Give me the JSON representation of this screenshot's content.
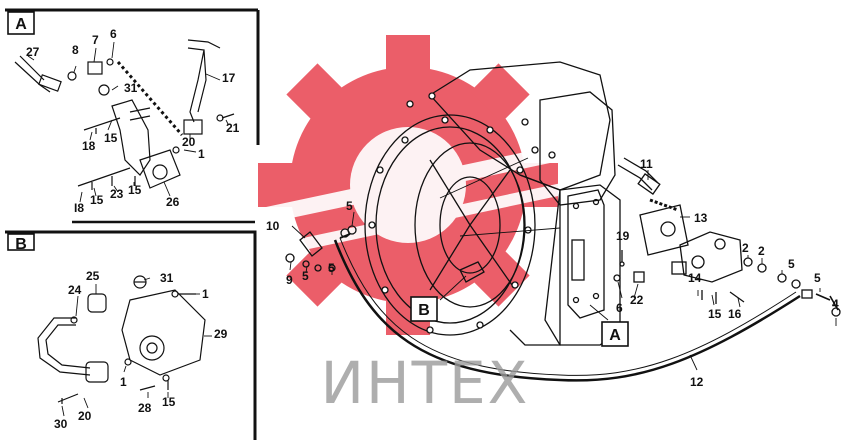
{
  "watermark": {
    "text": "ИНТЕХ",
    "logo_color": "#e8434f",
    "text_color": "#9a9a9a"
  },
  "panels": {
    "a": {
      "letter": "A"
    },
    "b": {
      "letter": "B"
    }
  },
  "callouts": {
    "main_b": "B",
    "main_a": "A"
  },
  "labels": {
    "a_27": "27",
    "a_8": "8",
    "a_7": "7",
    "a_6": "6",
    "a_17": "17",
    "a_31": "31",
    "a_15a": "15",
    "a_18": "18",
    "a_20": "20",
    "a_21": "21",
    "a_1": "1",
    "a_i8": "I8",
    "a_15b": "15",
    "a_23": "23",
    "a_15c": "15",
    "a_26": "26",
    "b_25": "25",
    "b_24": "24",
    "b_31": "31",
    "b_1a": "1",
    "b_29": "29",
    "b_1b": "1",
    "b_28": "28",
    "b_15": "15",
    "b_30": "30",
    "b_20": "20",
    "m_11": "11",
    "m_5a": "5",
    "m_13": "13",
    "m_10": "10",
    "m_19": "19",
    "m_2a": "2",
    "m_2b": "2",
    "m_9": "9",
    "m_5b": "5",
    "m_5c": "5",
    "m_14": "14",
    "m_5d": "5",
    "m_5e": "5",
    "m_6": "6",
    "m_22": "22",
    "m_4": "4",
    "m_15": "15",
    "m_16": "16",
    "m_12": "12"
  }
}
